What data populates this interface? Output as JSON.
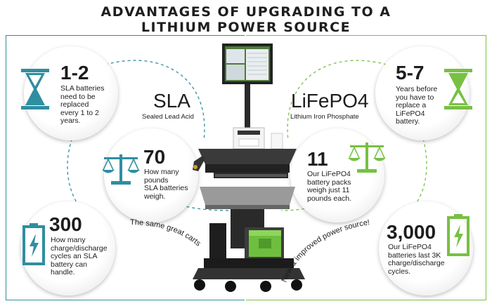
{
  "title": {
    "line1": "ADVANTAGES OF UPGRADING TO A",
    "line2": "LITHIUM POWER SOURCE"
  },
  "left": {
    "heading": "SLA",
    "subheading": "Sealed Lead Acid",
    "curve_text": "The same great carts",
    "stats": [
      {
        "value": "1-2",
        "text": [
          "SLA batteries",
          "need to be",
          "replaced",
          "every 1 to 2",
          "years."
        ],
        "icon": "hourglass-icon"
      },
      {
        "value": "70",
        "text": [
          "How many",
          "pounds",
          "SLA batteries",
          "weigh."
        ],
        "icon": "scale-icon"
      },
      {
        "value": "300",
        "text": [
          "How many",
          "charge/discharge",
          "cycles an SLA",
          "battery can",
          "handle."
        ],
        "icon": "battery-icon"
      }
    ]
  },
  "right": {
    "heading": "LiFePO4",
    "subheading": "Lithium Iron Phosphate",
    "curve_text": "New & improved power source!",
    "stats": [
      {
        "value": "5-7",
        "text": [
          "Years before",
          "you have to",
          "replace a",
          "LiFePO4",
          "battery."
        ],
        "icon": "hourglass-icon"
      },
      {
        "value": "11",
        "text": [
          "Our LiFePO4",
          "battery packs",
          "weigh just 11",
          "pounds each."
        ],
        "icon": "scale-icon"
      },
      {
        "value": "3,000",
        "text": [
          "Our LiFePO4",
          "batteries last 3K",
          "charge/discharge",
          "cycles."
        ],
        "icon": "battery-icon"
      }
    ]
  },
  "colors": {
    "sla": "#2f8ea0",
    "lifepo4": "#78c043",
    "text": "#1d1d1d"
  }
}
